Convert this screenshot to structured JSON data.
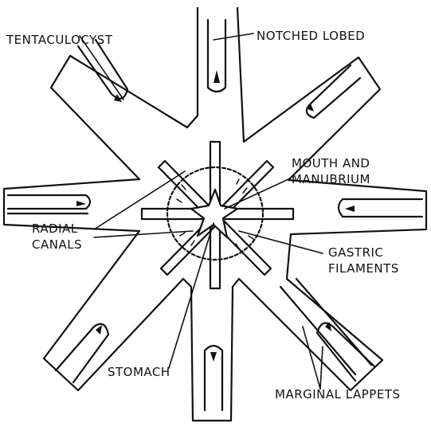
{
  "labels": {
    "tentaculocyst": "TENTACULOCYST",
    "notched_lobed": "NOTCHED LOBED",
    "mouth_line1": "MOUTH AND",
    "mouth_line2": "MANUBRIUM",
    "radial_line1": "RADIAL",
    "radial_line2": "CANALS",
    "gastric_line1": "GASTRIC",
    "gastric_line2": "FILAMENTS",
    "stomach": "STOMACH",
    "marginal_lappets": "MARGINAL LAPPETS"
  },
  "colors": {
    "ink": "#111111",
    "paper": "#ffffff"
  }
}
